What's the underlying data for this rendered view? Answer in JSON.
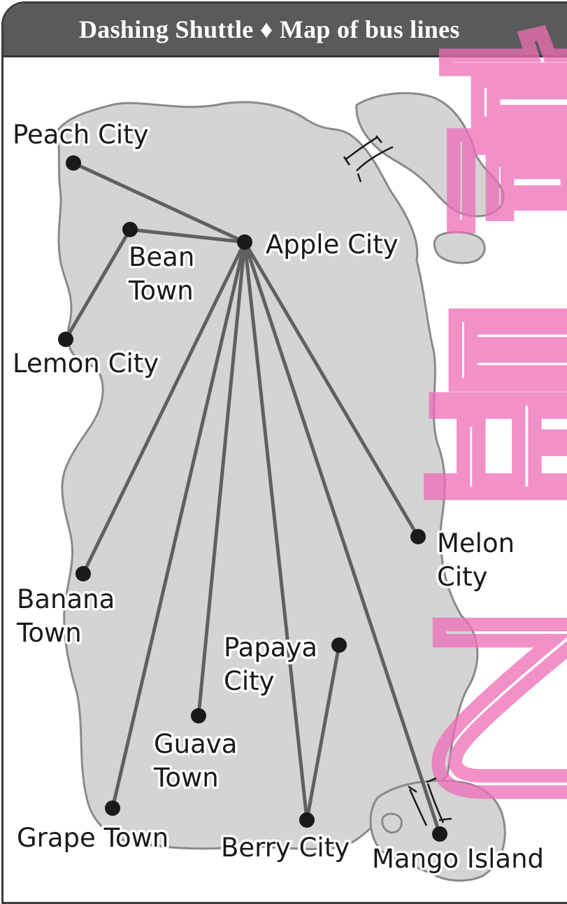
{
  "header": {
    "title": "Dashing Shuttle ♦ Map of bus lines"
  },
  "colors": {
    "land": "#d4d4d4",
    "coast": "#8a8a8a",
    "route": "#606060",
    "stop": "#1a1a1a",
    "watermark": "#ee6fb8"
  },
  "hub": "Apple City",
  "stops": [
    {
      "id": "peach",
      "label": [
        "Peach City"
      ]
    },
    {
      "id": "apple",
      "label": [
        "Apple City"
      ]
    },
    {
      "id": "bean",
      "label": [
        "Bean",
        "Town"
      ]
    },
    {
      "id": "lemon",
      "label": [
        "Lemon City"
      ]
    },
    {
      "id": "melon",
      "label": [
        "Melon",
        "City"
      ]
    },
    {
      "id": "banana",
      "label": [
        "Banana",
        "Town"
      ]
    },
    {
      "id": "papaya",
      "label": [
        "Papaya",
        "City"
      ]
    },
    {
      "id": "guava",
      "label": [
        "Guava",
        "Town"
      ]
    },
    {
      "id": "grape",
      "label": [
        "Grape Town"
      ]
    },
    {
      "id": "berry",
      "label": [
        "Berry City"
      ]
    },
    {
      "id": "mango",
      "label": [
        "Mango Island"
      ]
    }
  ],
  "routes": [
    [
      "apple",
      "peach"
    ],
    [
      "apple",
      "bean"
    ],
    [
      "bean",
      "lemon"
    ],
    [
      "apple",
      "banana"
    ],
    [
      "apple",
      "grape"
    ],
    [
      "apple",
      "guava"
    ],
    [
      "apple",
      "berry"
    ],
    [
      "apple",
      "mango"
    ],
    [
      "apple",
      "melon"
    ],
    [
      "papaya",
      "berry"
    ]
  ],
  "watermark": {
    "glyphs": [
      "高",
      "昰",
      "乙"
    ]
  }
}
